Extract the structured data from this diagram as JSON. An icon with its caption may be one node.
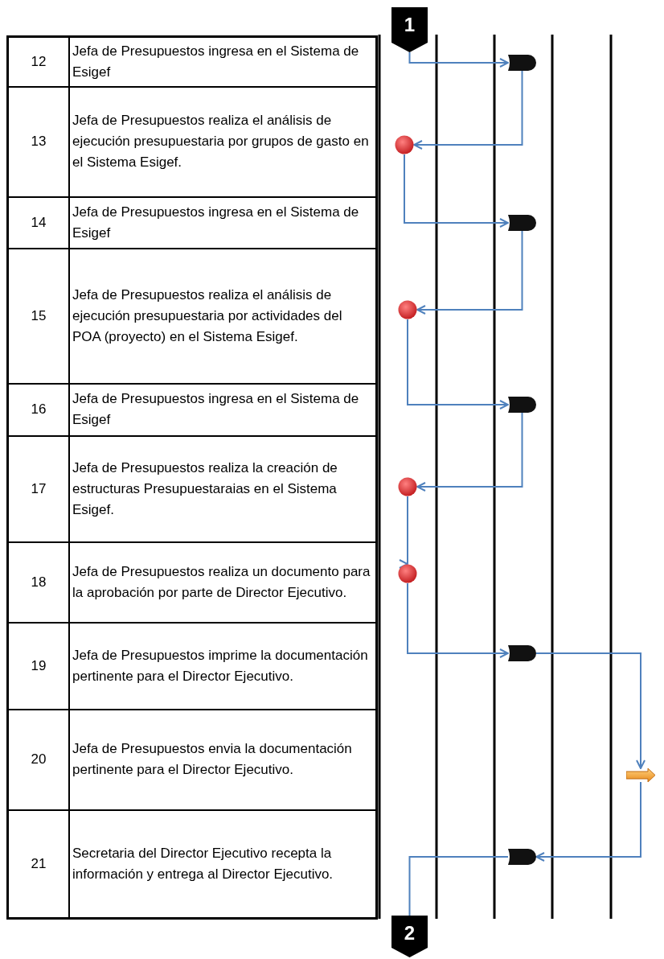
{
  "diagram": {
    "nodes": [
      {
        "text": [
          "1"
        ]
      },
      {
        "text": [],
        "shape": "bullet"
      },
      {
        "text": [],
        "shape": "circle"
      },
      {
        "text": [],
        "shape": "bullet"
      },
      {
        "text": [],
        "shape": "circle"
      },
      {
        "text": [],
        "shape": "bullet"
      },
      {
        "text": [],
        "shape": "circle"
      },
      {
        "text": [],
        "shape": "circle"
      },
      {
        "text": [],
        "shape": "bullet"
      },
      {
        "text": [],
        "shape": "arrow"
      },
      {
        "text": [],
        "shape": "bullet"
      },
      {
        "text": [
          "2"
        ]
      }
    ],
    "edges": [
      {
        "from": 0,
        "to": 1,
        "arrow": "to"
      },
      {
        "from": 1,
        "to": 2,
        "arrow": "to"
      },
      {
        "from": 2,
        "to": 3,
        "arrow": "to"
      },
      {
        "from": 3,
        "to": 4,
        "arrow": "to"
      },
      {
        "from": 4,
        "to": 5,
        "arrow": "to"
      },
      {
        "from": 5,
        "to": 6,
        "arrow": "to"
      },
      {
        "from": 6,
        "to": 7,
        "arrow": "to"
      },
      {
        "from": 7,
        "to": 8,
        "arrow": "to"
      },
      {
        "from": 8,
        "to": 9,
        "arrow": "to"
      },
      {
        "from": 9,
        "to": 10,
        "arrow": "to"
      },
      {
        "from": 10,
        "to": 11,
        "arrow": "none"
      }
    ],
    "labels": [
      "12",
      "Jefa de Presupuestos ingresa en el Sistema de Esigef",
      "13",
      "Jefa de Presupuestos realiza el análisis de ejecución presupuestaria por grupos de gasto en el Sistema Esigef.",
      "14",
      "Jefa de Presupuestos ingresa en el Sistema de Esigef",
      "15",
      "Jefa de Presupuestos realiza el análisis de ejecución presupuestaria por actividades  del POA (proyecto) en el Sistema Esigef.",
      "16",
      "Jefa de Presupuestos ingresa en el Sistema de Esigef",
      "17",
      "Jefa de Presupuestos realiza la creación de estructuras Presupuestaraias en el Sistema Esigef.",
      "18",
      "Jefa de Presupuestos realiza un documento para la aprobación por parte de Director Ejecutivo.",
      "19",
      "Jefa de Presupuestos imprime la documentación pertinente para el Director Ejecutivo.",
      "20",
      "Jefa de Presupuestos envia la documentación pertinente para el Director Ejecutivo.",
      "21",
      "Secretaria del Director Ejecutivo recepta la información y entrega al Director Ejecutivo."
    ]
  }
}
